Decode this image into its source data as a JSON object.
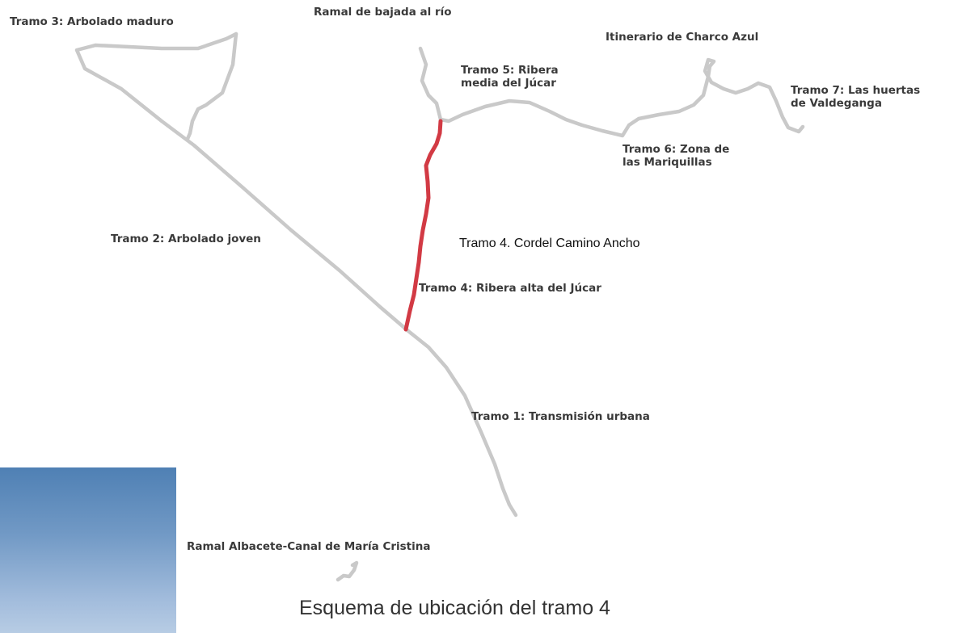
{
  "labels": {
    "tramo3": "Tramo 3: Arbolado maduro",
    "ramal_rio": "Ramal de bajada al río",
    "charco_azul": "Itinerario de Charco Azul",
    "tramo5_l1": "Tramo 5: Ribera",
    "tramo5_l2": "media del Júcar",
    "tramo7_l1": "Tramo 7: Las huertas",
    "tramo7_l2": "de Valdeganga",
    "tramo6_l1": "Tramo 6: Zona de",
    "tramo6_l2": "las Mariquillas",
    "tramo2": "Tramo 2: Arbolado joven",
    "cordel": "Tramo 4. Cordel Camino Ancho",
    "tramo4": "Tramo 4: Ribera alta del Júcar",
    "tramo1": "Tramo 1: Transmisión urbana",
    "ramal_albacete": "Ramal Albacete-Canal de María Cristina"
  },
  "caption": "Esquema de ubicación del tramo 4",
  "colors": {
    "route": "#c9c9c9",
    "highlighted_route": "#d23a44",
    "sky_top": "#4f80b4",
    "sky_bottom": "#b7cce4"
  }
}
